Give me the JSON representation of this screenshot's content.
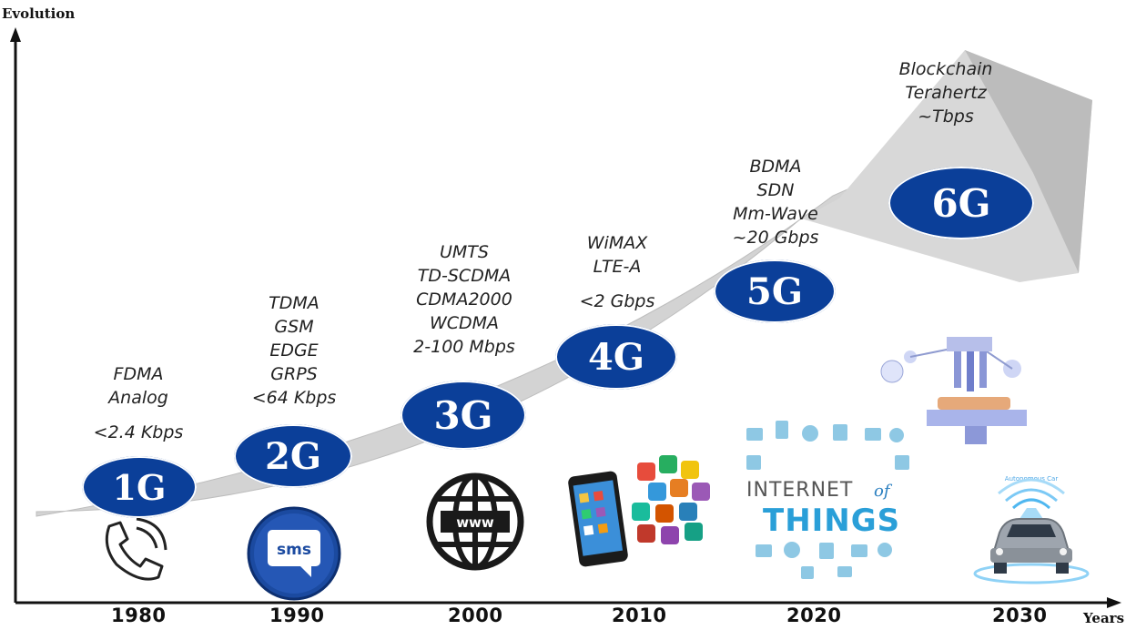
{
  "axes": {
    "y_label": "Evolution",
    "x_label": "Years"
  },
  "years": [
    "1980",
    "1990",
    "2000",
    "2010",
    "2020",
    "2030"
  ],
  "generations": [
    {
      "name": "1G",
      "tech": [
        "FDMA",
        "Analog",
        "",
        "<2.4 Kbps"
      ],
      "icon": "phone-icon"
    },
    {
      "name": "2G",
      "tech": [
        "TDMA",
        "GSM",
        "EDGE",
        "GRPS",
        "<64 Kbps"
      ],
      "icon": "sms-icon"
    },
    {
      "name": "3G",
      "tech": [
        "UMTS",
        "TD-SCDMA",
        "CDMA2000",
        "WCDMA",
        "2-100 Mbps"
      ],
      "icon": "www-globe-icon"
    },
    {
      "name": "4G",
      "tech": [
        "WiMAX",
        "LTE-A",
        "",
        "<2 Gbps"
      ],
      "icon": "smartphone-apps-icon"
    },
    {
      "name": "5G",
      "tech": [
        "BDMA",
        "SDN",
        "Mm-Wave",
        "~20 Gbps"
      ],
      "icon": "internet-of-things-icon"
    },
    {
      "name": "6G",
      "tech": [
        "Blockchain",
        "Terahertz",
        "~Tbps"
      ],
      "icon": "robotic-surgery-icon"
    }
  ],
  "iot": {
    "line1": "INTERNET",
    "of": "of",
    "line2": "THINGS"
  },
  "sms_text": "sms",
  "www_text": "www",
  "car_label": "Autonomous Car",
  "colors": {
    "badge": "#0b3f99",
    "arrow": "#d0d0d0",
    "arrow_shade": "#b8b8b8",
    "axis": "#111111"
  }
}
